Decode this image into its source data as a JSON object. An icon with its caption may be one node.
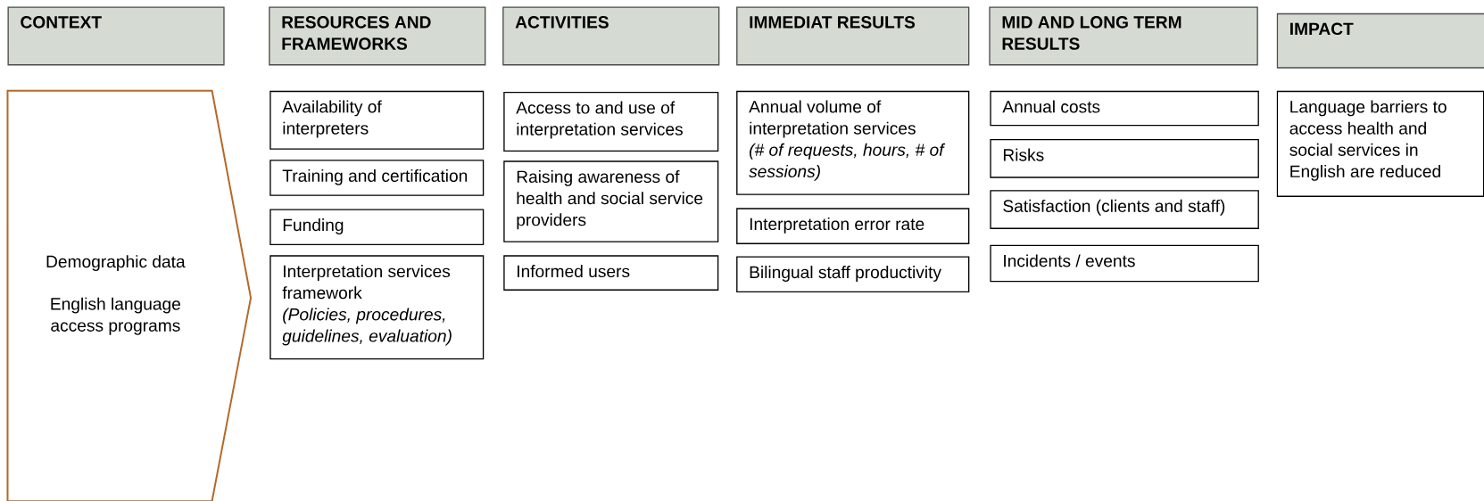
{
  "diagram": {
    "nodes": [
      {
        "text": [
          "CONTEXT"
        ]
      },
      {
        "text": [
          "RESOURCES AND FRAMEWORKS"
        ]
      },
      {
        "text": [
          "ACTIVITIES"
        ]
      },
      {
        "text": [
          "IMMEDIAT RESULTS"
        ]
      },
      {
        "text": [
          "MID AND LONG TERM RESULTS"
        ]
      },
      {
        "text": [
          "IMPACT"
        ]
      },
      {
        "text": [
          "Demographic data",
          "English language access programs"
        ]
      },
      {
        "text": [
          "Availability of interpreters"
        ]
      },
      {
        "text": [
          "Training and certification"
        ]
      },
      {
        "text": [
          "Funding"
        ]
      },
      {
        "text": [
          "Interpretation services framework",
          "(Policies, procedures, guidelines, evaluation)"
        ]
      },
      {
        "text": [
          "Access to and use of interpretation services"
        ]
      },
      {
        "text": [
          "Raising awareness of health and social service providers"
        ]
      },
      {
        "text": [
          "Informed users"
        ]
      },
      {
        "text": [
          "Annual volume of interpretation services",
          "(# of requests, hours, # of sessions)"
        ]
      },
      {
        "text": [
          "Interpretation error rate"
        ]
      },
      {
        "text": [
          "Bilingual staff productivity"
        ]
      },
      {
        "text": [
          "Annual costs"
        ]
      },
      {
        "text": [
          "Risks"
        ]
      },
      {
        "text": [
          "Satisfaction (clients and staff)"
        ]
      },
      {
        "text": [
          "Incidents / events"
        ]
      },
      {
        "text": [
          "Language barriers to access health and social services in English are reduced"
        ]
      }
    ]
  }
}
